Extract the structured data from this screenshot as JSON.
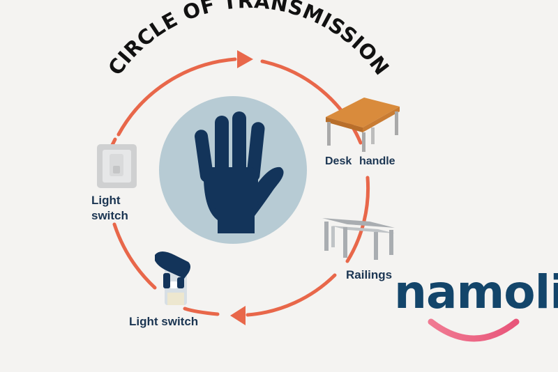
{
  "title": "CIRCLE OF TRANSMISSION",
  "labels": {
    "desk_word": "Desk",
    "handle_word": "handle",
    "switch_left_line1": "Light",
    "switch_left_line2": "switch",
    "railings": "Railings",
    "switch_bottom": "Light switch"
  },
  "brand": {
    "name": "namoli"
  },
  "icons": [
    "hand-icon",
    "desk-icon",
    "railings-icon",
    "light-switch-icon",
    "door-handle-icon"
  ],
  "colors": {
    "arrow": "#e8674a",
    "hand": "#13345a",
    "circle": "#b7cbd4",
    "label": "#1b3552",
    "desk_top": "#d98b3c",
    "brand_text": "#13456a",
    "brand_smile": "#ec6b87"
  }
}
